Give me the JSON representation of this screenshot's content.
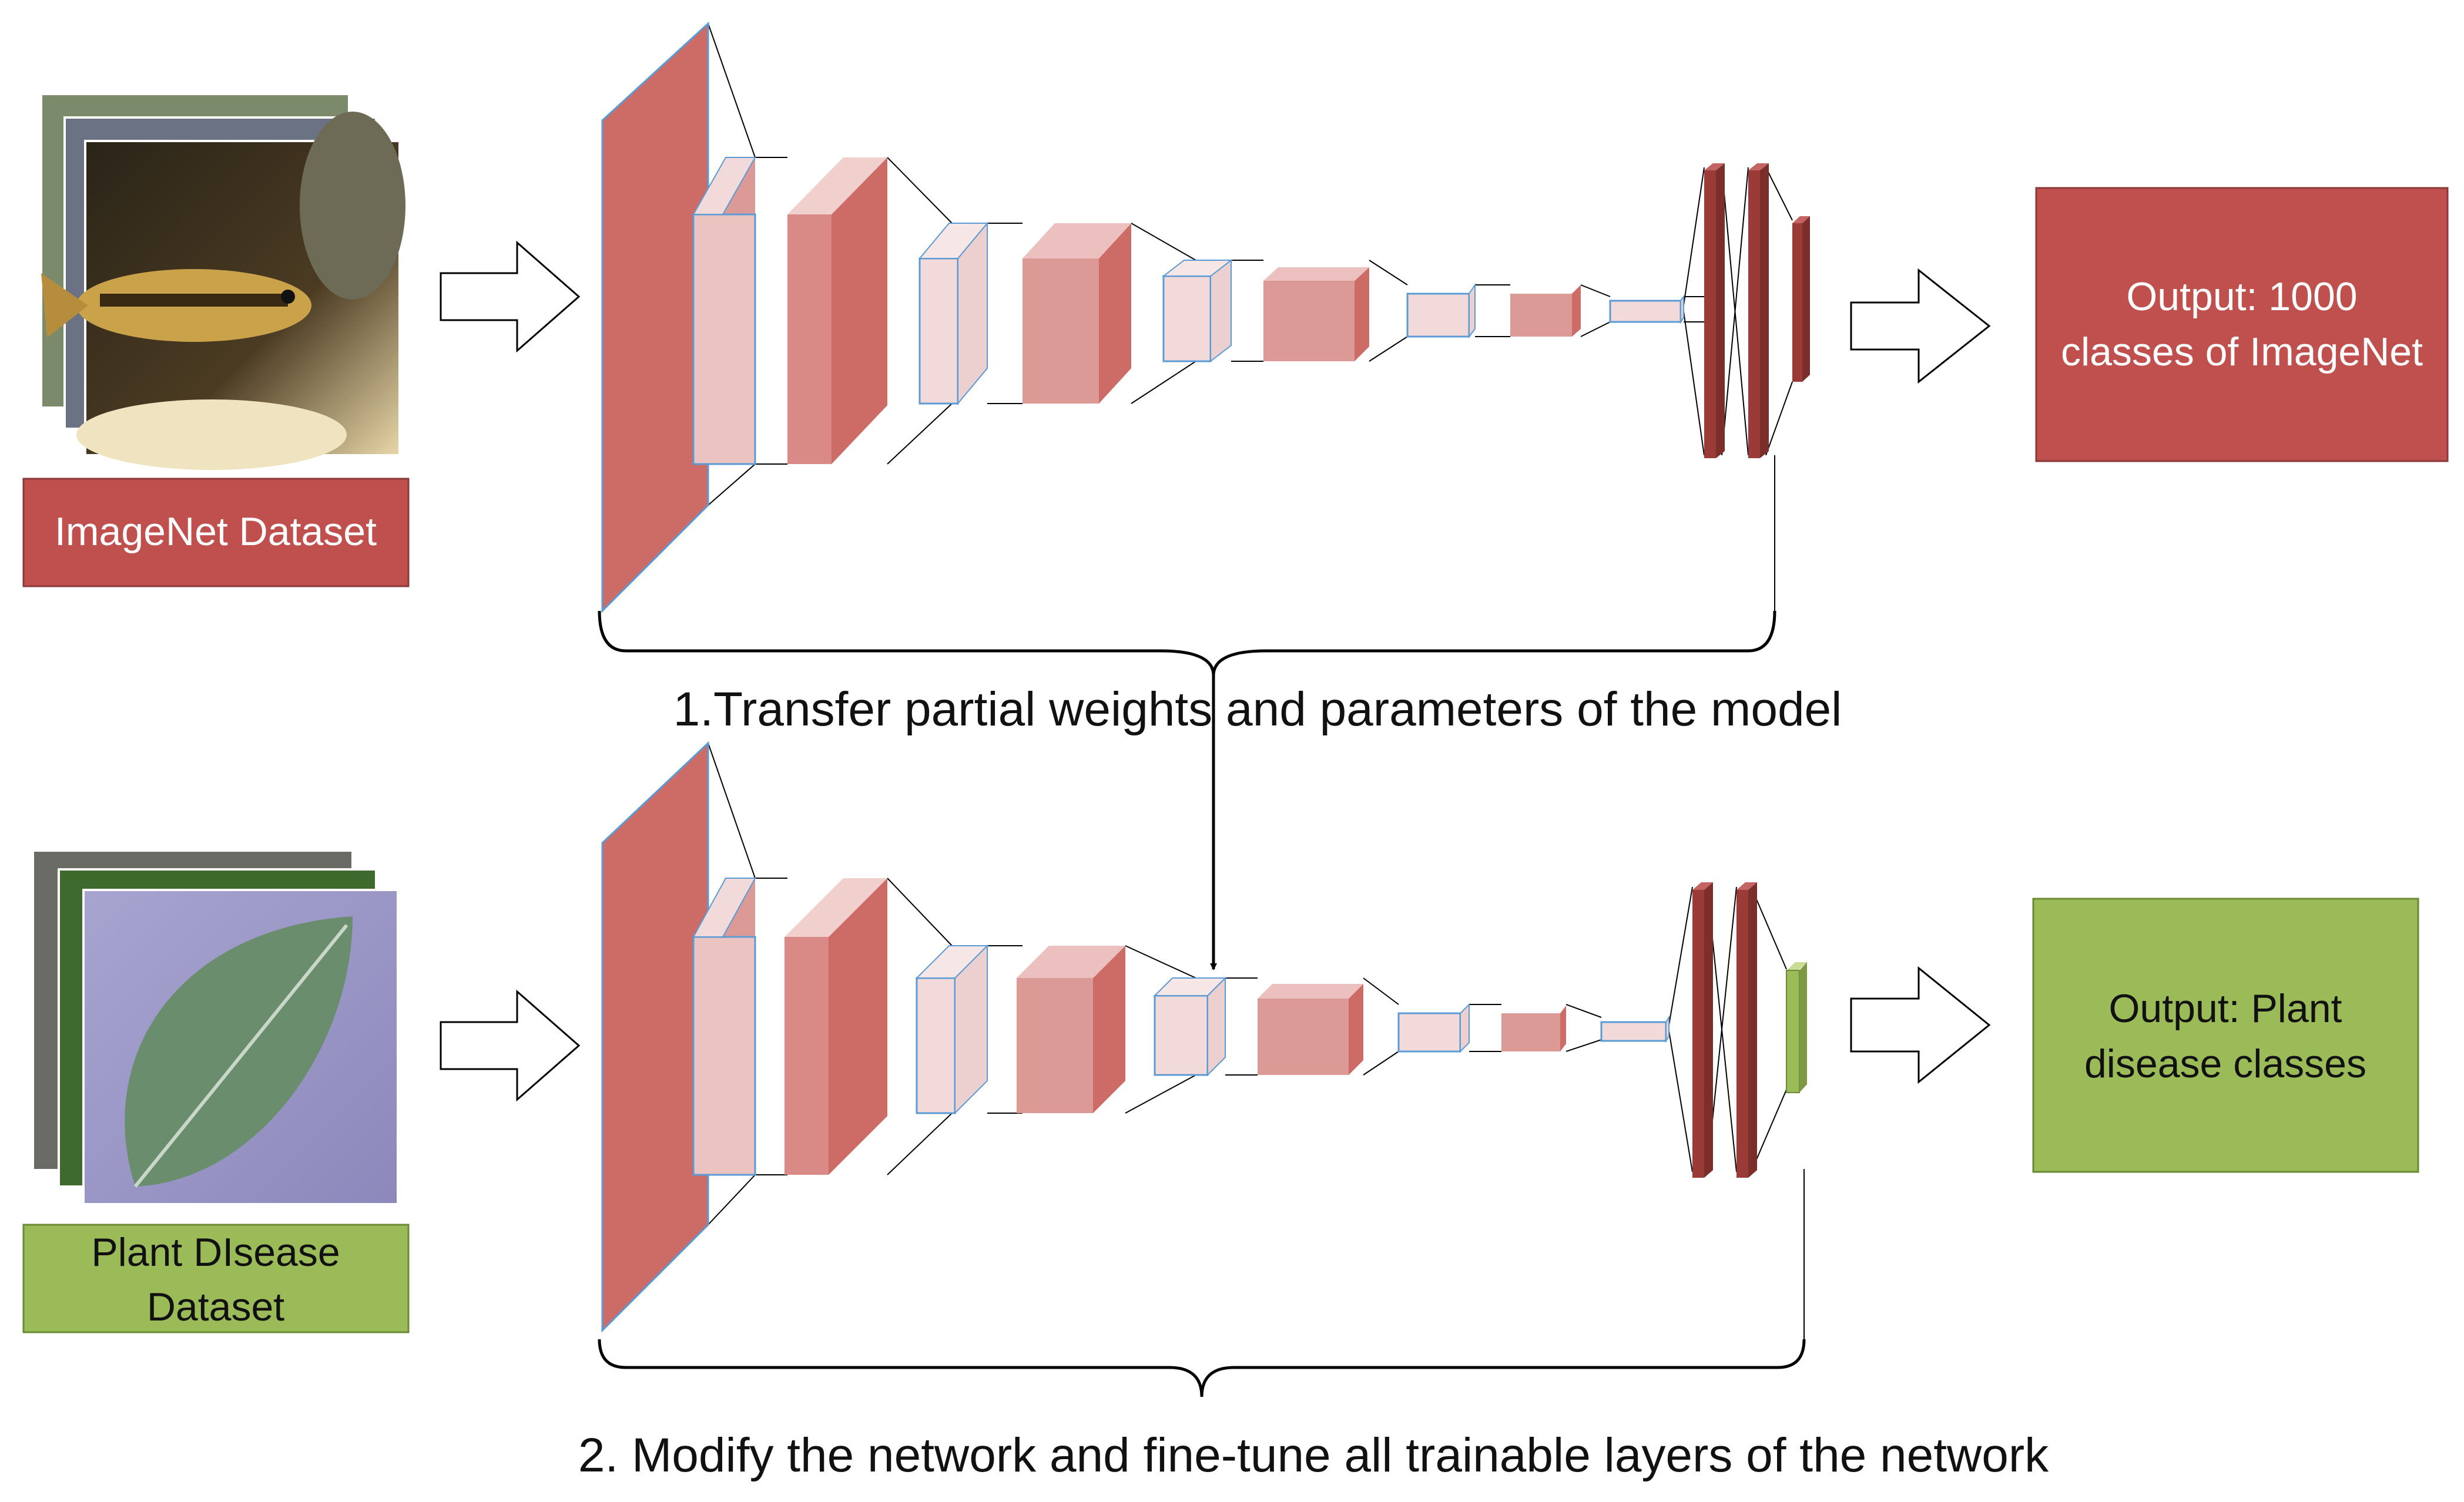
{
  "colors": {
    "source_red": "#c0504d",
    "layer_red": "#cd6b66",
    "layer_mid": "#dc9a97",
    "layer_light": "#f3dada",
    "fc_dark": "#9a3b38",
    "target_green": "#9bbb59",
    "edge_blue": "#5b9bd5"
  },
  "top": {
    "dataset_label": "ImageNet Dataset",
    "dataset_icon": "image-stack-fish",
    "output_line1": "Output: 1000",
    "output_line2": "classes of ImageNet"
  },
  "bottom": {
    "dataset_line1": "Plant DIsease",
    "dataset_line2": "Dataset",
    "dataset_icon": "image-stack-leaf",
    "output_line1": "Output: Plant",
    "output_line2": "disease classes"
  },
  "captions": {
    "step1": "1.Transfer partial weights and parameters of the model",
    "step2": "2. Modify the network and fine-tune all trainable layers of the network"
  }
}
